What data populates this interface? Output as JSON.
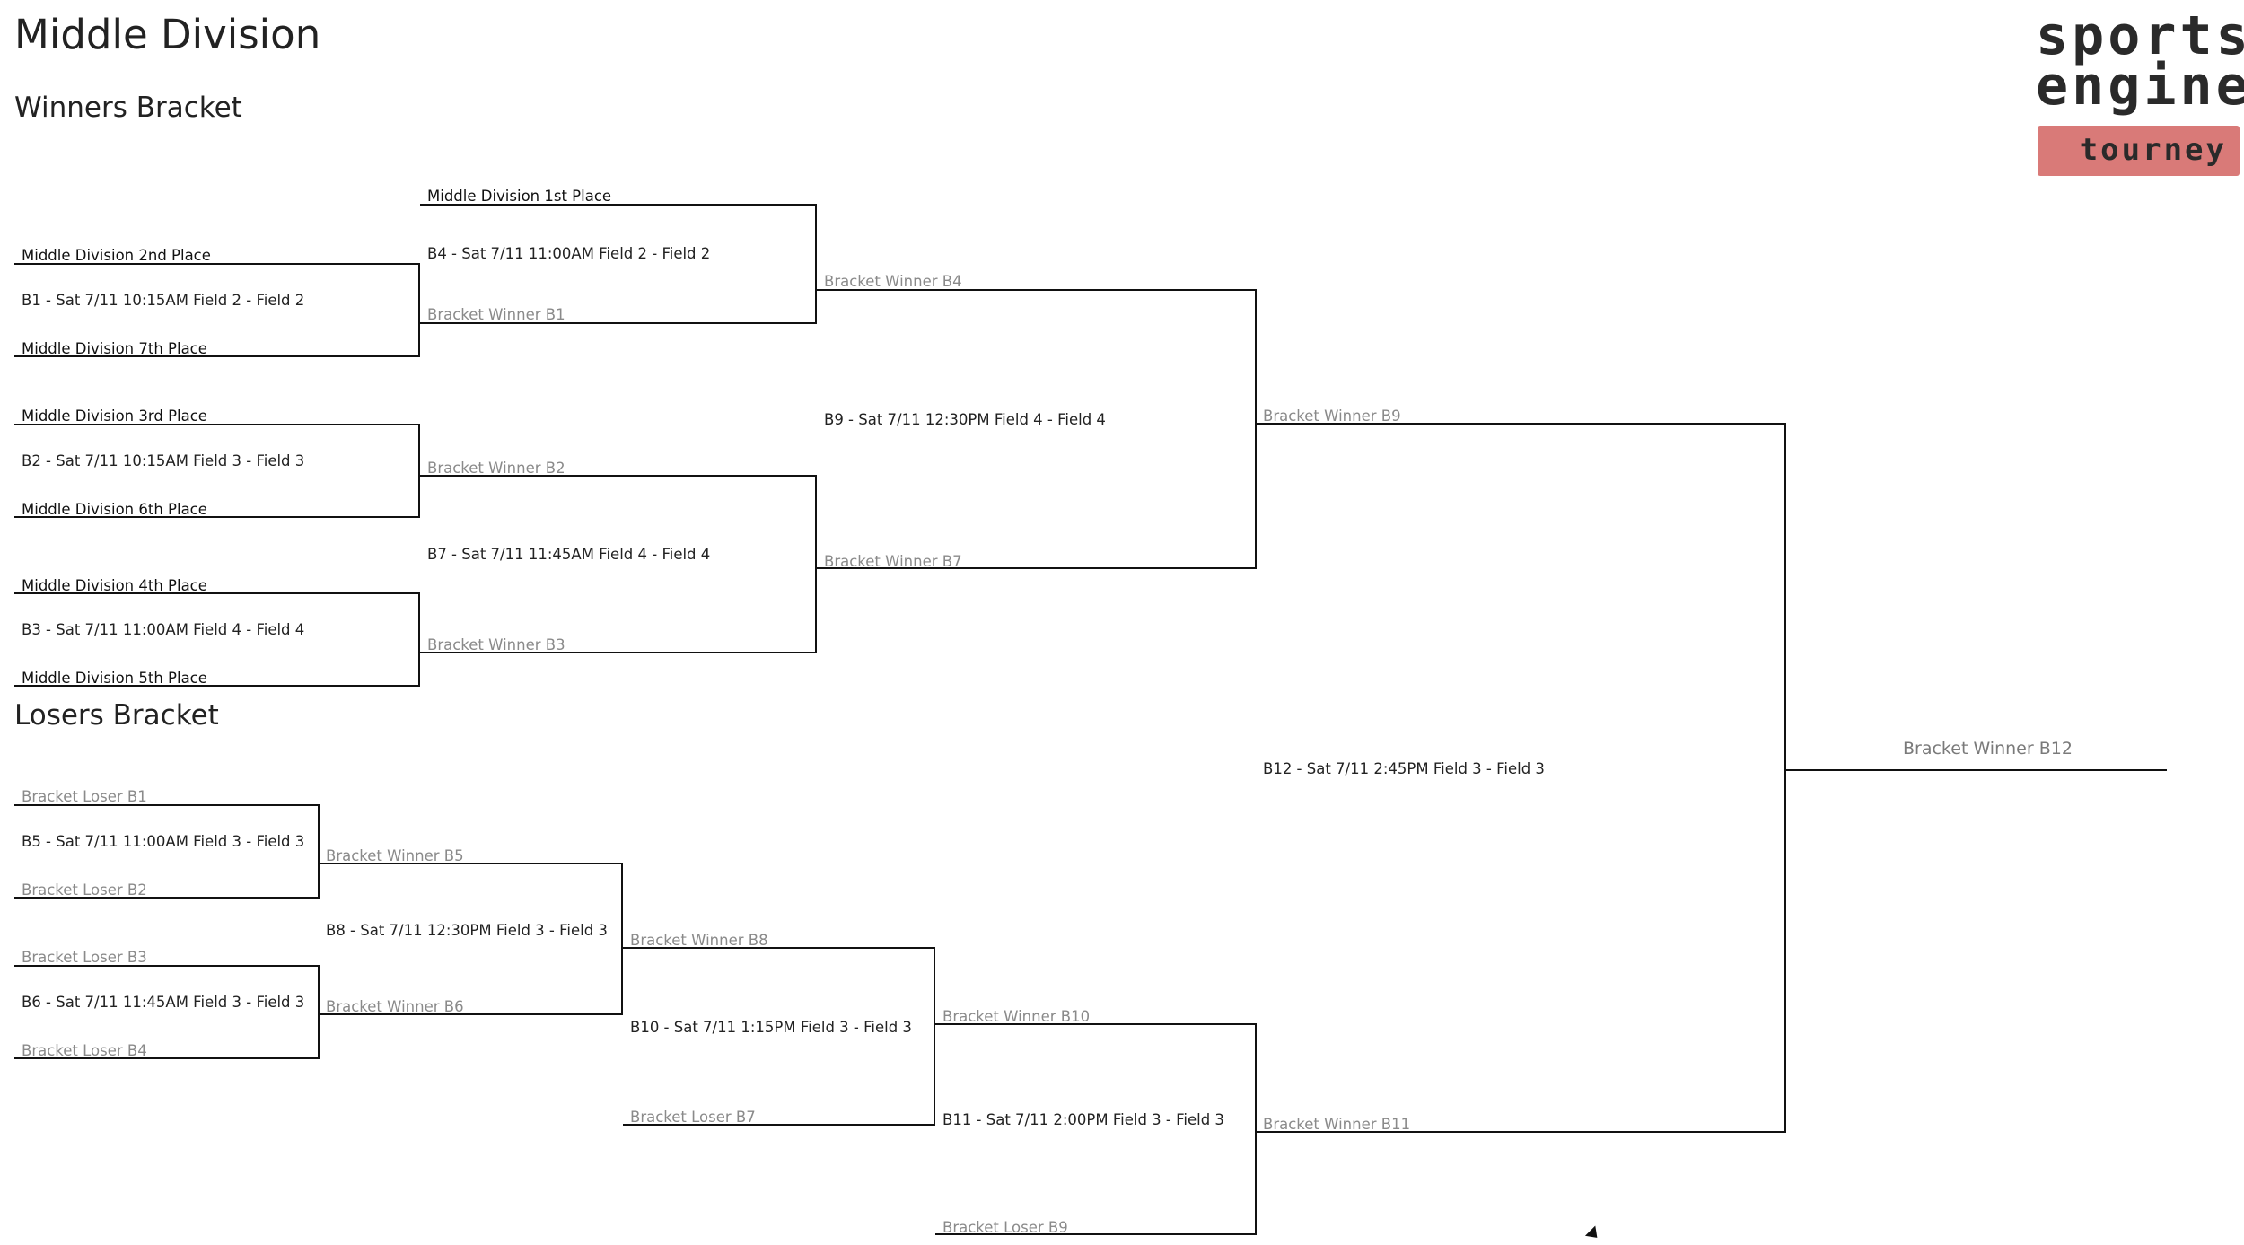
{
  "page": {
    "title": "Middle Division",
    "winners_heading": "Winners Bracket",
    "losers_heading": "Losers Bracket"
  },
  "logo": {
    "line1": "sports",
    "line2": "engine",
    "tag": "tourney",
    "accent_color": "#d97a78"
  },
  "winners": {
    "b1": {
      "top": "Middle Division 2nd Place",
      "game": "B1 - Sat 7/11 10:15AM Field 2 - Field 2",
      "bottom": "Middle Division 7th Place"
    },
    "b2": {
      "top": "Middle Division 3rd Place",
      "game": "B2 - Sat 7/11 10:15AM Field 3 - Field 3",
      "bottom": "Middle Division 6th Place"
    },
    "b3": {
      "top": "Middle Division 4th Place",
      "game": "B3 - Sat 7/11 11:00AM Field 4 - Field 4",
      "bottom": "Middle Division 5th Place"
    },
    "b4": {
      "top": "Middle Division 1st Place",
      "game": "B4 - Sat 7/11 11:00AM Field 2 - Field 2",
      "bottom": "Bracket Winner B1"
    },
    "b7": {
      "top": "Bracket Winner B2",
      "game": "B7 - Sat 7/11 11:45AM Field 4 - Field 4",
      "bottom": "Bracket Winner B3"
    },
    "b9": {
      "top": "Bracket Winner B4",
      "game": "B9 - Sat 7/11 12:30PM Field 4 - Field 4",
      "bottom": "Bracket Winner B7"
    }
  },
  "losers": {
    "b5": {
      "top": "Bracket Loser B1",
      "game": "B5 - Sat 7/11 11:00AM Field 3 - Field 3",
      "bottom": "Bracket Loser B2"
    },
    "b6": {
      "top": "Bracket Loser B3",
      "game": "B6 - Sat 7/11 11:45AM Field 3 - Field 3",
      "bottom": "Bracket Loser B4"
    },
    "b8": {
      "top": "Bracket Winner B5",
      "game": "B8 - Sat 7/11 12:30PM Field 3 - Field 3",
      "bottom": "Bracket Winner B6"
    },
    "b10": {
      "top": "Bracket Winner B8",
      "game": "B10 - Sat 7/11 1:15PM Field 3 - Field 3",
      "bottom": "Bracket Loser B7"
    },
    "b11": {
      "top": "Bracket Winner B10",
      "game": "B11 - Sat 7/11 2:00PM Field 3 - Field 3",
      "bottom": "Bracket Loser B9"
    }
  },
  "final": {
    "top": "Bracket Winner B9",
    "game": "B12 - Sat 7/11 2:45PM Field 3 - Field 3",
    "bottom": "Bracket Winner B11",
    "champion": "Bracket Winner B12"
  }
}
